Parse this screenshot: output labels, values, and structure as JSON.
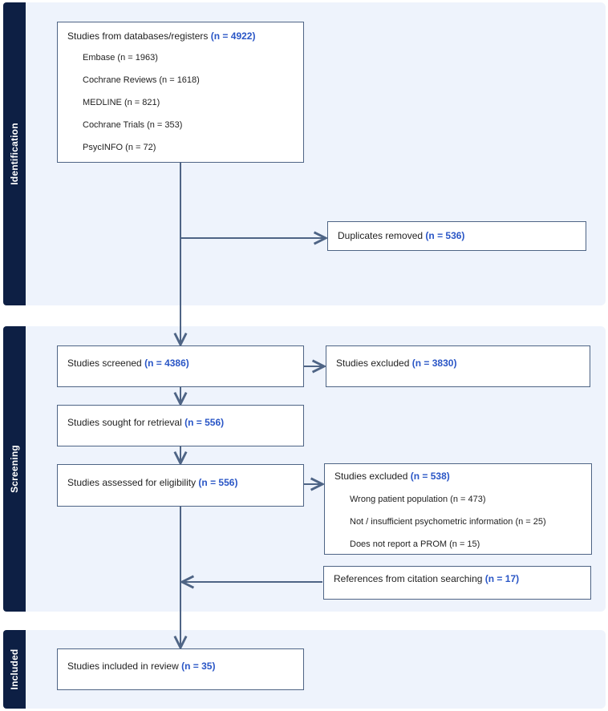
{
  "stages": {
    "identification": "Identification",
    "screening": "Screening",
    "included": "Included"
  },
  "boxes": {
    "databases": {
      "label": "Studies from databases/registers",
      "n": "(n = 4922)",
      "sources": [
        "Embase (n = 1963)",
        "Cochrane Reviews (n = 1618)",
        "MEDLINE (n = 821)",
        "Cochrane Trials (n = 353)",
        "PsycINFO (n = 72)"
      ]
    },
    "duplicates": {
      "label": "Duplicates removed",
      "n": "(n = 536)"
    },
    "screened": {
      "label": "Studies screened",
      "n": "(n = 4386)"
    },
    "excluded_screening": {
      "label": "Studies excluded",
      "n": "(n = 3830)"
    },
    "retrieval": {
      "label": "Studies sought for retrieval",
      "n": "(n = 556)"
    },
    "eligibility": {
      "label": "Studies assessed for eligibility",
      "n": "(n = 556)"
    },
    "excluded_eligibility": {
      "label": "Studies excluded",
      "n": "(n = 538)",
      "reasons": [
        "Wrong patient population (n = 473)",
        "Not / insufficient psychometric information (n = 25)",
        "Does not report a PROM (n = 15)"
      ]
    },
    "citation": {
      "label": "References from citation searching",
      "n": "(n = 17)"
    },
    "included": {
      "label": "Studies included in review",
      "n": "(n = 35)"
    }
  },
  "colors": {
    "band": "#eef3fc",
    "sidebar": "#0d1f44",
    "border": "#4e6485",
    "accent_number": "#2a56c6"
  }
}
